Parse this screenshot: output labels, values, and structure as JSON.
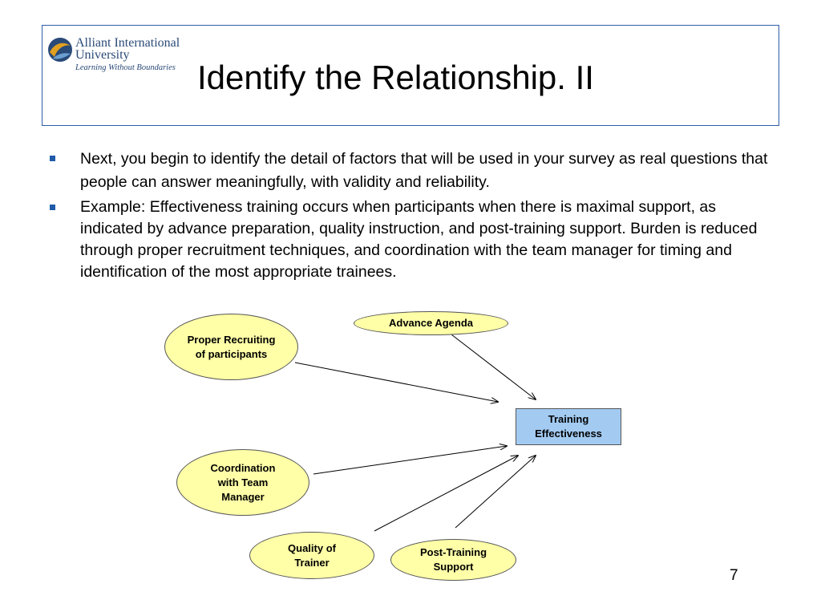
{
  "header": {
    "logo": {
      "line1": "Alliant International",
      "line2": "University",
      "tagline": "Learning Without Boundaries",
      "icon": "globe-swirl-icon"
    },
    "title": "Identify the Relationship. II"
  },
  "bullets": [
    "Next, you begin to identify the detail of factors that will be used in your survey as real questions that people can answer meaningfully, with validity and reliability.",
    "Example:  Effectiveness training occurs when participants when there is maximal support, as indicated by advance preparation, quality instruction, and post-training support.  Burden is reduced through proper recruitment techniques, and coordination with the team manager for timing and identification of the most appropriate trainees."
  ],
  "diagram": {
    "target": "Training Effectiveness",
    "factors": {
      "advance_agenda": "Advance Agenda",
      "proper_recruiting": "Proper Recruiting of participants",
      "coordination": "Coordination with Team Manager",
      "quality_trainer": "Quality of Trainer",
      "post_training": "Post-Training Support"
    },
    "colors": {
      "factor_fill": "#ffffa8",
      "target_fill": "#a3cbf2"
    }
  },
  "footer": {
    "page_number": "7"
  }
}
